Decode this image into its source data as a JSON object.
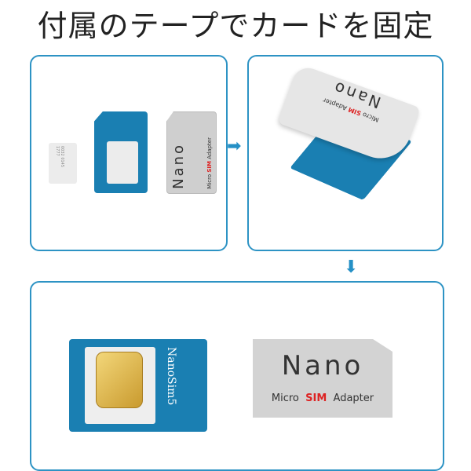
{
  "title": "付属のテープでカードを固定",
  "adapter": {
    "brand": "Nano",
    "micro": "Micro",
    "sim": "SIM",
    "adapter": "Adapter"
  },
  "card_label": "NanoSim5",
  "chip_digits": "0032 0145 1777",
  "colors": {
    "accent": "#2d93c4",
    "card_blue": "#1a7fb2",
    "adapter_gray": "#d3d3d3",
    "sim_red": "#d22222"
  }
}
